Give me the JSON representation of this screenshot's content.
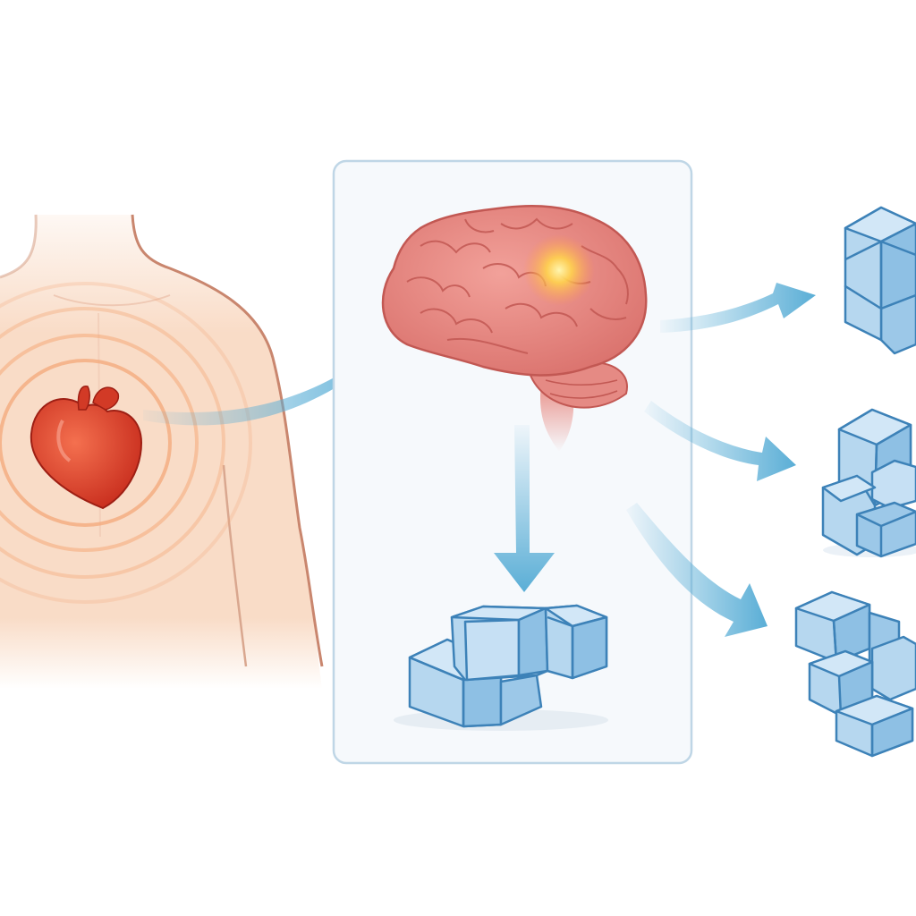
{
  "diagram": {
    "colors": {
      "background": "#ffffff",
      "skin": "#f9dcc7",
      "skin_outline": "#c9866e",
      "heart": "#e2452e",
      "heart_shadow": "#b8271a",
      "signal_rings": "#f4a97a",
      "brain": "#ec8d86",
      "brain_dark": "#cf5f5a",
      "brain_highlight": "#ffd34d",
      "arrow": "#5aaed6",
      "block_face": "#b6d7ef",
      "block_top": "#d2e7f7",
      "block_side": "#8ec0e4",
      "block_outline": "#3d82b8",
      "panel_border": "#bfd6e6",
      "panel_fill": "#f6f9fc"
    },
    "nodes": [
      {
        "id": "torso",
        "icon": "human-torso-icon"
      },
      {
        "id": "heart",
        "icon": "heart-icon"
      },
      {
        "id": "brain",
        "icon": "brain-icon"
      },
      {
        "id": "panel_block",
        "icon": "block-cluster-icon"
      },
      {
        "id": "right_block_top",
        "icon": "block-cluster-icon"
      },
      {
        "id": "right_block_middle",
        "icon": "block-cluster-icon"
      },
      {
        "id": "right_block_bottom",
        "icon": "block-cluster-icon"
      }
    ],
    "edges": [
      {
        "from": "heart",
        "to": "brain"
      },
      {
        "from": "brain",
        "to": "panel_block"
      },
      {
        "from": "brain",
        "to": "right_block_top"
      },
      {
        "from": "brain",
        "to": "right_block_middle"
      },
      {
        "from": "brain",
        "to": "right_block_bottom"
      }
    ]
  }
}
